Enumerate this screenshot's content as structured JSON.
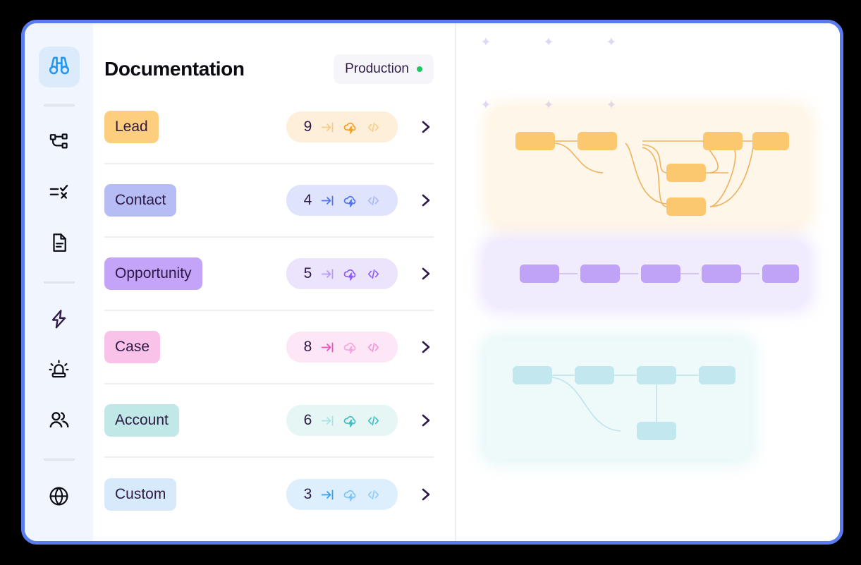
{
  "window": {
    "border_color": "#5b7cf0",
    "background": "#000000"
  },
  "sidebar": {
    "background": "#f1f5fe",
    "items": [
      {
        "name": "binoculars-icon",
        "label": "Explore",
        "active": true,
        "color": "#2196f3"
      },
      {
        "name": "hierarchy-icon",
        "label": "Schema",
        "active": false,
        "color": "#0d0d16"
      },
      {
        "name": "checklist-icon",
        "label": "Validations",
        "active": false,
        "color": "#0d0d16"
      },
      {
        "name": "document-icon",
        "label": "Documents",
        "active": false,
        "color": "#0d0d16"
      },
      {
        "name": "lightning-icon",
        "label": "Automations",
        "active": false,
        "color": "#2e1a47"
      },
      {
        "name": "siren-icon",
        "label": "Alerts",
        "active": false,
        "color": "#0d0d16"
      },
      {
        "name": "users-icon",
        "label": "Team",
        "active": false,
        "color": "#0d0d16"
      },
      {
        "name": "globe-icon",
        "label": "Global",
        "active": false,
        "color": "#0d0d16"
      }
    ]
  },
  "header": {
    "title": "Documentation",
    "environment": {
      "label": "Production",
      "dot_color": "#22c55e",
      "background": "#f6f6fa",
      "text_color": "#2e1a47"
    }
  },
  "object_list": {
    "pill_icons": [
      "arrow-to-line-icon",
      "cloud-bolt-icon",
      "code-brackets-icon"
    ],
    "rows": [
      {
        "label": "Lead",
        "count": "9",
        "tag_bg": "#fcce7e",
        "pill_bg": "#fdefda",
        "accent": "#f7a01e",
        "icon_opacity": [
          0.45,
          1.0,
          0.45
        ]
      },
      {
        "label": "Contact",
        "count": "4",
        "tag_bg": "#b6bdf5",
        "pill_bg": "#dfe3fc",
        "accent": "#4d74ee",
        "icon_opacity": [
          1.0,
          1.0,
          0.38
        ]
      },
      {
        "label": "Opportunity",
        "count": "5",
        "tag_bg": "#c4a4f8",
        "pill_bg": "#ece3fd",
        "accent": "#8b5cf6",
        "icon_opacity": [
          0.55,
          1.0,
          1.0
        ]
      },
      {
        "label": "Case",
        "count": "8",
        "tag_bg": "#f9c2e8",
        "pill_bg": "#fde6f5",
        "accent": "#ef4fbd",
        "icon_opacity": [
          1.0,
          0.42,
          0.55
        ]
      },
      {
        "label": "Account",
        "count": "6",
        "tag_bg": "#bfe8e6",
        "pill_bg": "#e5f6f4",
        "accent": "#3fbfc4",
        "icon_opacity": [
          0.35,
          1.0,
          1.0
        ]
      },
      {
        "label": "Custom",
        "count": "3",
        "tag_bg": "#d7eafc",
        "pill_bg": "#ddeefc",
        "accent": "#36a0ed",
        "icon_opacity": [
          1.0,
          0.55,
          0.45
        ]
      }
    ]
  },
  "preview": {
    "sparkle_color": "#d8d0f5",
    "diagrams": [
      {
        "name": "lead-diagram",
        "card_bg": "#fef6e9",
        "node_color": "#fcc86f",
        "edge_color": "#f2b457",
        "node_count": 6,
        "layout": "branching"
      },
      {
        "name": "contact-diagram",
        "card_bg": "#f1ecfd",
        "node_color": "#c0a3f7",
        "edge_color": "#c9b6ef",
        "node_count": 5,
        "layout": "linear-chain"
      },
      {
        "name": "account-diagram",
        "card_bg": "#eefaf9",
        "node_color": "#c2e7ee",
        "edge_color": "#cdeaf0",
        "node_count": 5,
        "layout": "tree"
      }
    ]
  }
}
